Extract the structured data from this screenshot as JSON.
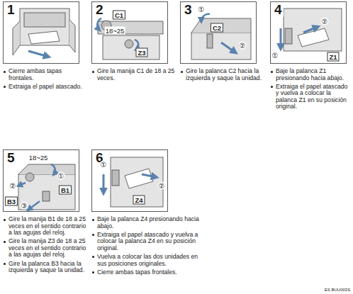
{
  "diagram": {
    "nodes": [
      {
        "text": [
          "1",
          "Cierre ambas tapas frontales.",
          "Extraiga el papel atascado."
        ]
      },
      {
        "text": [
          "2",
          "Gire la manija C1 de 18 a 25 veces."
        ]
      },
      {
        "text": [
          "3",
          "Gire la palanca C2 hacia la izquierda y saque la unidad."
        ]
      },
      {
        "text": [
          "4",
          "Baje la palanca Z1 presionando hacia abajo.",
          "Extraiga el papel atascado y vuelva a colocar la palanca Z1 en su posición original."
        ]
      },
      {
        "text": [
          "5",
          "Gire la manija B1 de 18 a 25 veces en el sentido contrario a las agujas del reloj.",
          "Gire la manija Z3 de 18 a 25 veces en el sentido contrario a las agujas del reloj.",
          "Gire la palanca B3 hacia la izquierda y saque la unidad."
        ]
      },
      {
        "text": [
          "6",
          "Baje la palanca Z4 presionando hacia abajo.",
          "Extraiga el papel atascado y vuelva a colocar la palanca Z4 en su posición original.",
          "Vuelva a colocar las dos unidades en sus posiciones originales.",
          "Cierre ambas tapas frontales."
        ]
      }
    ],
    "labels": [
      "C1",
      "18~25",
      "Z3",
      "①",
      "C2",
      "②",
      "①",
      "②",
      "Z1",
      "18~25",
      "①",
      "②",
      "B3",
      "③",
      "B1",
      "①",
      "②",
      "Z4",
      "ES BUU003S"
    ]
  }
}
